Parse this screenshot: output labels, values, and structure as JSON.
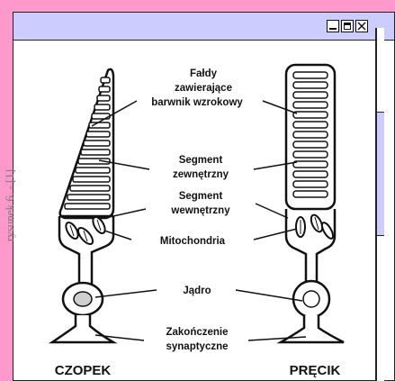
{
  "window": {
    "title": ""
  },
  "sidebar_caption": "rysunek 6. - [1]",
  "diagram": {
    "labels": {
      "faldy": [
        "Fałdy",
        "zawierające",
        "barwnik wzrokowy"
      ],
      "segment_zewnetrzny": [
        "Segment",
        "zewnętrzny"
      ],
      "segment_wewnetrzny": [
        "Segment",
        "wewnętrzny"
      ],
      "mitochondria": "Mitochondria",
      "jadro": "Jądro",
      "zakonczenie": [
        "Zakończenie",
        "synaptyczne"
      ]
    },
    "cell_names": {
      "left": "CZOPEK",
      "right": "PRĘCIK"
    }
  }
}
